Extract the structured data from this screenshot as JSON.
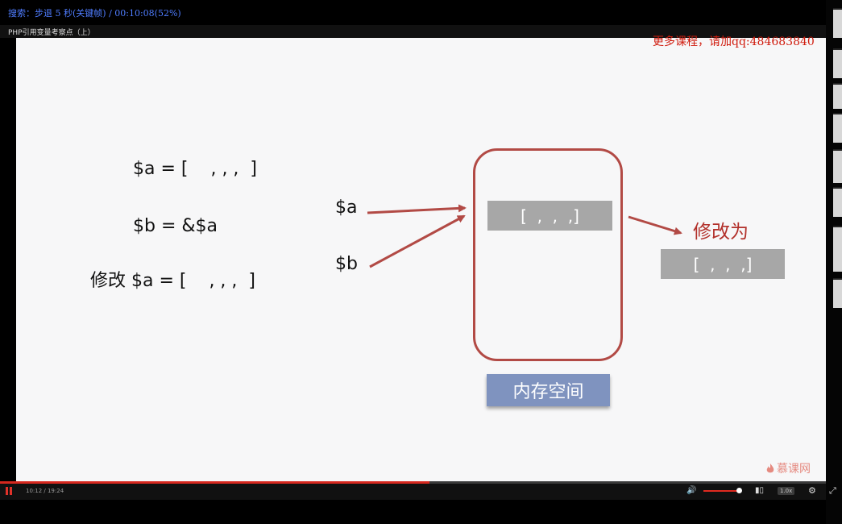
{
  "overlay": {
    "status": "搜索：步退 5 秒(关键帧) / 00:10:08(52%)"
  },
  "video": {
    "title": "PHP引用变量考察点（上）"
  },
  "slide": {
    "promo": "更多课程，请加qq:484683840",
    "code_lines": [
      "$a = [    , , ,  ]",
      "$b = &$a",
      "修改 $a = [    , , ,  ]"
    ],
    "var_a": "$a",
    "var_b": "$b",
    "array_inside": "[  ,  ,  ,]",
    "modify_label": "修改为",
    "array_result": "[  ,  ,  ,]",
    "memory_label": "内存空间",
    "watermark": "慕课网",
    "colors": {
      "arrow": "#b24a45",
      "memory_label_bg": "#7f93bf",
      "array_bg": "#a7a7a7"
    }
  },
  "controls": {
    "progress_percent": 52,
    "time": "10:12 / 19:24",
    "volume_percent": 100,
    "speed": "1.0x",
    "icons": [
      "pause-icon",
      "volume-icon",
      "quality-icon",
      "settings-icon",
      "fullscreen-icon"
    ]
  }
}
